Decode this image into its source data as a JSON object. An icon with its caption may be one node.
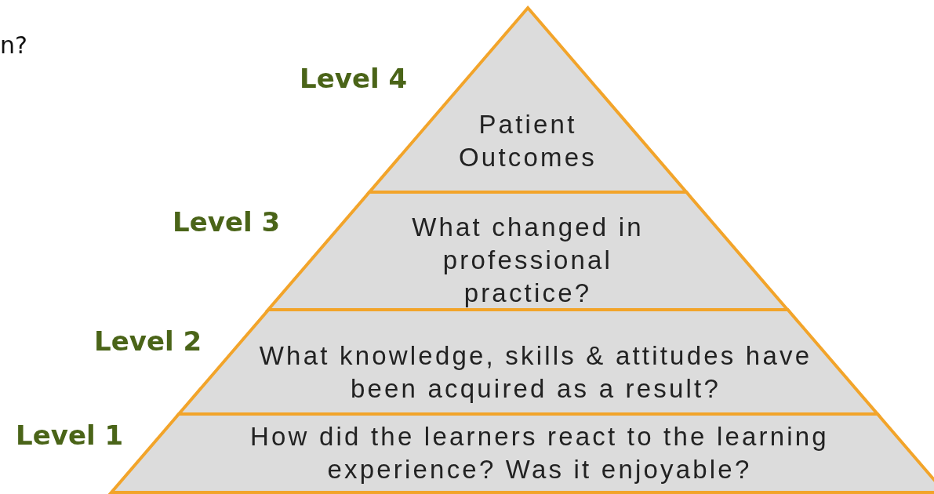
{
  "diagram": {
    "nodes": [
      {
        "text": [
          "Patient Outcomes"
        ],
        "beside": [
          "Level 4"
        ]
      },
      {
        "text": [
          "What changed in professional practice?"
        ],
        "beside": [
          "Level 3"
        ]
      },
      {
        "text": [
          "What knowledge, skills & attitudes have been acquired as a result?"
        ],
        "beside": [
          "Level 2"
        ]
      },
      {
        "text": [
          "How did the learners react to the learning experience? Was it enjoyable?"
        ],
        "beside": [
          "Level 1"
        ]
      }
    ],
    "labels": [
      "n?"
    ]
  }
}
